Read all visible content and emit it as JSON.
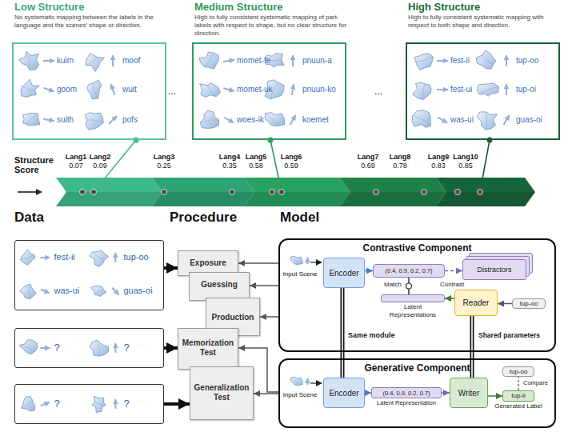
{
  "diagram": {
    "nodes": [
      {
        "text": [
          "Low Structure",
          "No systematic mapping between the labels in the language and the scenes' shape or direction.",
          "kuim",
          "moof",
          "goom",
          "wuit",
          "suith",
          "pofs"
        ]
      },
      {
        "text": [
          "Medium Structure",
          "High to fully consistent systematic mapping of part-labels with respect to shape, but no clear structure for direction.",
          "momet-fe",
          "pnuun-a",
          "momet-uk",
          "pnuun-ko",
          "woes-ik",
          "koemet"
        ]
      },
      {
        "text": [
          "High Structure",
          "High to fully consistent systematic mapping with respect to both shape and direction.",
          "fest-ii",
          "tup-oo",
          "fest-ui",
          "tup-oi",
          "was-ui",
          "guas-oi"
        ]
      },
      {
        "text": [
          "fest-ii",
          "tup-oo",
          "was-ui",
          "guas-oi"
        ]
      },
      {
        "text": [
          "?",
          "?"
        ]
      },
      {
        "text": [
          "?",
          "?"
        ]
      },
      {
        "text": [
          "Exposure"
        ]
      },
      {
        "text": [
          "Guessing"
        ]
      },
      {
        "text": [
          "Production"
        ]
      },
      {
        "text": [
          "Memorization Test"
        ]
      },
      {
        "text": [
          "Generalization Test"
        ]
      },
      {
        "text": [
          "Contrastive Component"
        ]
      },
      {
        "text": [
          "Encoder"
        ],
        "in": 11
      },
      {
        "text": [
          "(0.4, 0.9, 0.2, 0.7)"
        ],
        "in": 11
      },
      {
        "text": [
          "Distractors"
        ],
        "in": 11
      },
      {
        "text": [
          "Latent Representations"
        ],
        "in": 11
      },
      {
        "text": [
          "Reader"
        ],
        "in": 11
      },
      {
        "text": [
          "tup-oo"
        ],
        "in": 11
      },
      {
        "text": [
          "Generative Component"
        ]
      },
      {
        "text": [
          "Encoder"
        ],
        "in": 18
      },
      {
        "text": [
          "(0.4, 0.9, 0.2, 0.7)",
          "Latent Representation"
        ],
        "in": 18
      },
      {
        "text": [
          "Writer"
        ],
        "in": 18
      },
      {
        "text": [
          "tup-oo"
        ],
        "in": 18
      },
      {
        "text": [
          "tup-ii",
          "Generated Label"
        ],
        "in": 18
      }
    ],
    "edges": [
      {
        "from": 3,
        "to": 6,
        "arrow": "to"
      },
      {
        "from": 4,
        "to": 9,
        "arrow": "to"
      },
      {
        "from": 5,
        "to": 10,
        "arrow": "to"
      },
      {
        "from": 11,
        "to": 6,
        "arrow": "to"
      },
      {
        "from": 11,
        "to": 7,
        "arrow": "to"
      },
      {
        "from": 11,
        "to": 8,
        "arrow": "to"
      },
      {
        "from": 18,
        "to": 9,
        "arrow": "to"
      },
      {
        "from": 18,
        "to": 10,
        "arrow": "to"
      },
      {
        "from": 12,
        "to": 13,
        "arrow": "to"
      },
      {
        "from": 13,
        "to": 14,
        "label": "Contrast",
        "arrow": "to"
      },
      {
        "from": 13,
        "to": 15,
        "label": "Match",
        "arrow": "none"
      },
      {
        "from": 16,
        "to": 15,
        "arrow": "to"
      },
      {
        "from": 17,
        "to": 16,
        "arrow": "to"
      },
      {
        "from": 12,
        "to": 19,
        "label": "Same module",
        "arrow": "none"
      },
      {
        "from": 16,
        "to": 21,
        "label": "Shared parameters",
        "arrow": "none"
      },
      {
        "from": 19,
        "to": 20,
        "arrow": "to"
      },
      {
        "from": 20,
        "to": 21,
        "arrow": "to"
      },
      {
        "from": 21,
        "to": 23,
        "arrow": "to"
      },
      {
        "from": 23,
        "to": 22,
        "label": "Compare",
        "arrow": "none"
      }
    ],
    "labels": [
      "...",
      "...",
      "Structure Score",
      "Lang1",
      "0.07",
      "Lang2",
      "0.09",
      "Lang3",
      "0.25",
      "Lang4",
      "0.35",
      "Lang5",
      "0.58",
      "Lang6",
      "0.59",
      "Lang7",
      "0.69",
      "Lang8",
      "0.78",
      "Lang9",
      "0.83",
      "Lang10",
      "0.85",
      "Data",
      "Procedure",
      "Model",
      "Input Scene",
      "Input Scene"
    ]
  }
}
